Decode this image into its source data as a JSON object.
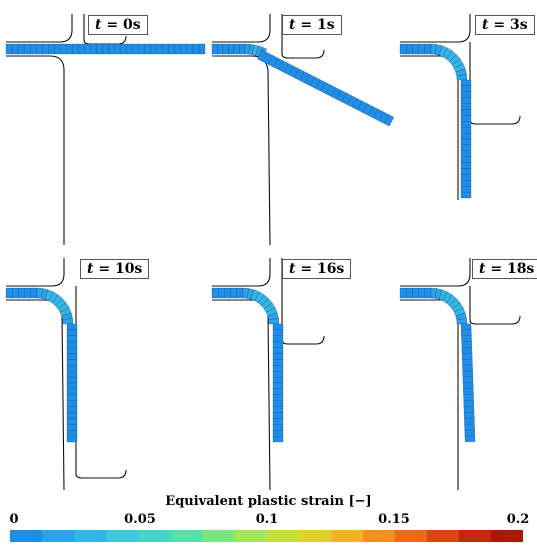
{
  "panels": [
    {
      "id": "p0",
      "label_t": "t",
      "label_eq": " = 0s"
    },
    {
      "id": "p1",
      "label_t": "t",
      "label_eq": " = 1s"
    },
    {
      "id": "p2",
      "label_t": "t",
      "label_eq": " = 3s"
    },
    {
      "id": "p3",
      "label_t": "t",
      "label_eq": " = 10s"
    },
    {
      "id": "p4",
      "label_t": "t",
      "label_eq": " = 16s"
    },
    {
      "id": "p5",
      "label_t": "t",
      "label_eq": " = 18s"
    }
  ],
  "colorbar": {
    "title": "Equivalent plastic strain [−]",
    "ticks": [
      "0",
      "0.05",
      "0.1",
      "0.15",
      "0.2"
    ],
    "colors": [
      "#1f8ee8",
      "#2aa3ea",
      "#33b6e6",
      "#3dc8df",
      "#45d6c8",
      "#56e0a8",
      "#78e680",
      "#a2e45a",
      "#c6df3a",
      "#e3cf2a",
      "#f2b424",
      "#f3901e",
      "#ec6a18",
      "#dc4412",
      "#c4280c",
      "#aa1808"
    ]
  }
}
